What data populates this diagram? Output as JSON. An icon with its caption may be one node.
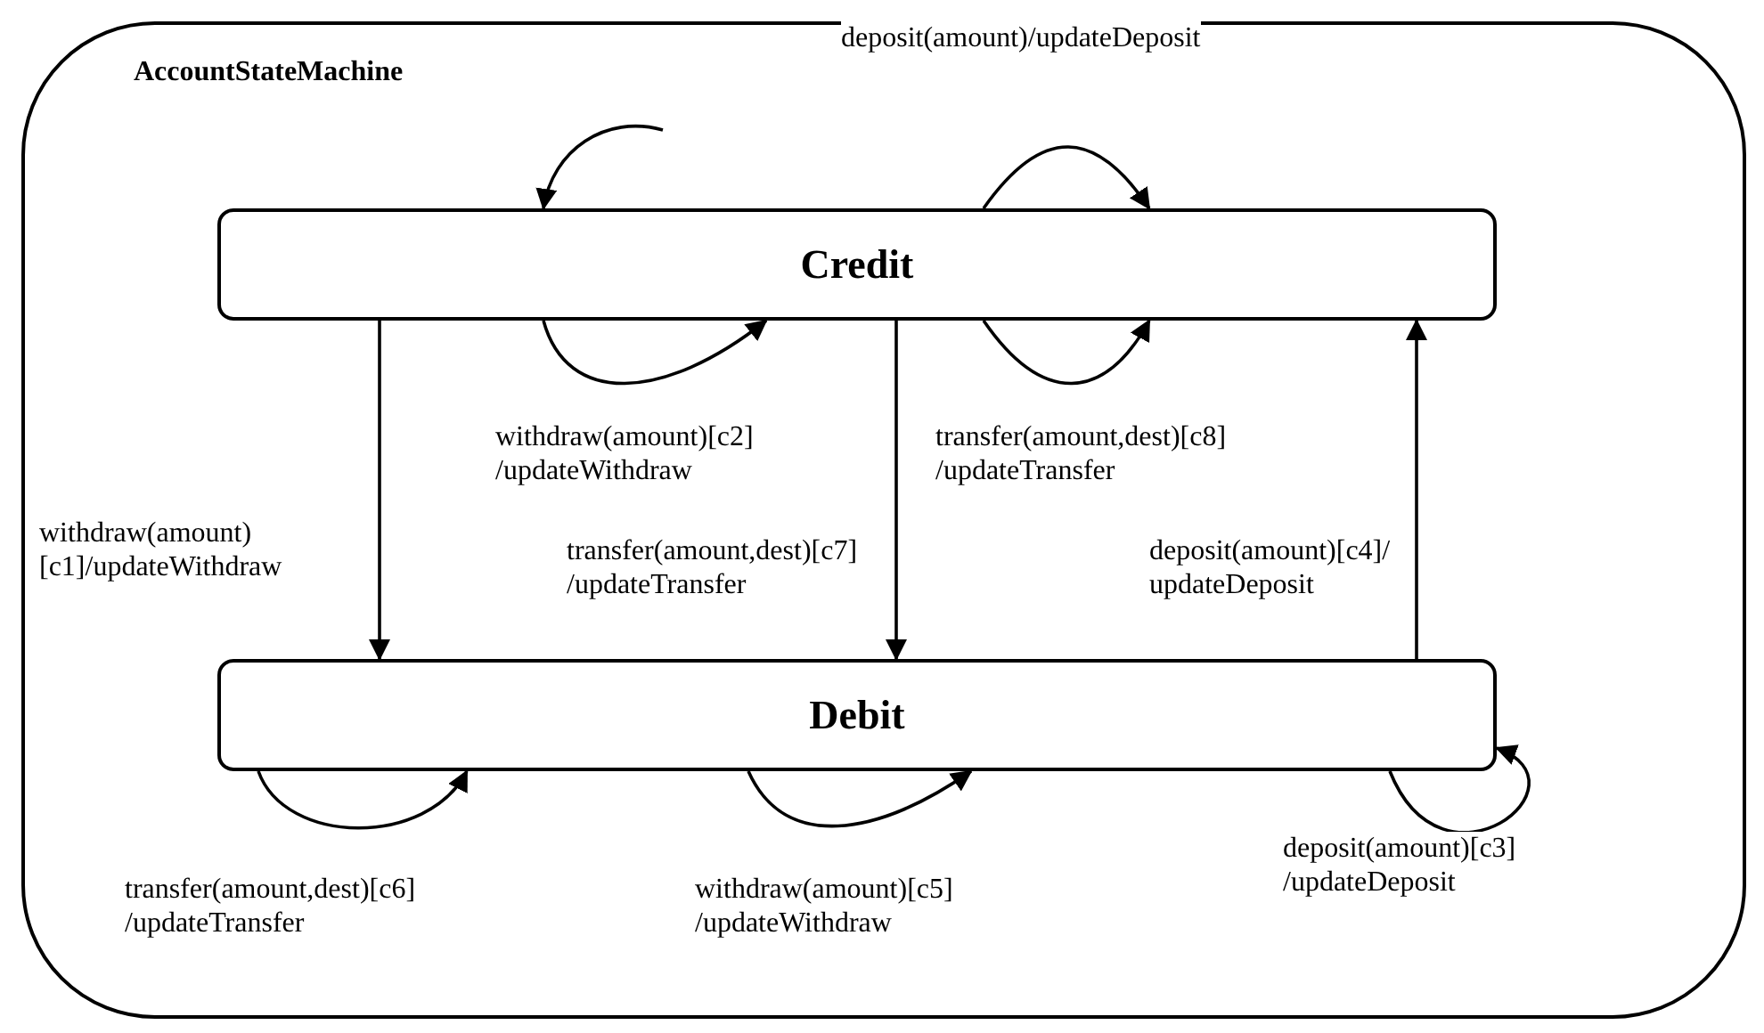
{
  "diagram": {
    "nodes": [
      {
        "text": [
          "AccountStateMachine"
        ]
      },
      {
        "text": [
          "Credit"
        ],
        "in": 0
      },
      {
        "text": [
          "Debit"
        ],
        "in": 0
      }
    ],
    "edges": [
      {
        "from": null,
        "to": 1,
        "arrow": "to"
      },
      {
        "from": 1,
        "to": 1,
        "arrow": "to",
        "label": "deposit(amount)/updateDeposit"
      },
      {
        "from": 1,
        "to": 1,
        "arrow": "to",
        "label": "withdraw(amount)[c2] /updateWithdraw"
      },
      {
        "from": 1,
        "to": 1,
        "arrow": "to",
        "label": "transfer(amount,dest)[c8] /updateTransfer"
      },
      {
        "from": 1,
        "to": 2,
        "arrow": "to",
        "label": "withdraw(amount) [c1]/updateWithdraw"
      },
      {
        "from": 1,
        "to": 2,
        "arrow": "to",
        "label": "transfer(amount,dest)[c7] /updateTransfer"
      },
      {
        "from": 2,
        "to": 1,
        "arrow": "to",
        "label": "deposit(amount)[c4]/ updateDeposit"
      },
      {
        "from": 2,
        "to": 2,
        "arrow": "to",
        "label": "transfer(amount,dest)[c6] /updateTransfer"
      },
      {
        "from": 2,
        "to": 2,
        "arrow": "to",
        "label": "withdraw(amount)[c5] /updateWithdraw"
      },
      {
        "from": 2,
        "to": 2,
        "arrow": "to",
        "label": "deposit(amount)[c3] /updateDeposit"
      }
    ]
  }
}
